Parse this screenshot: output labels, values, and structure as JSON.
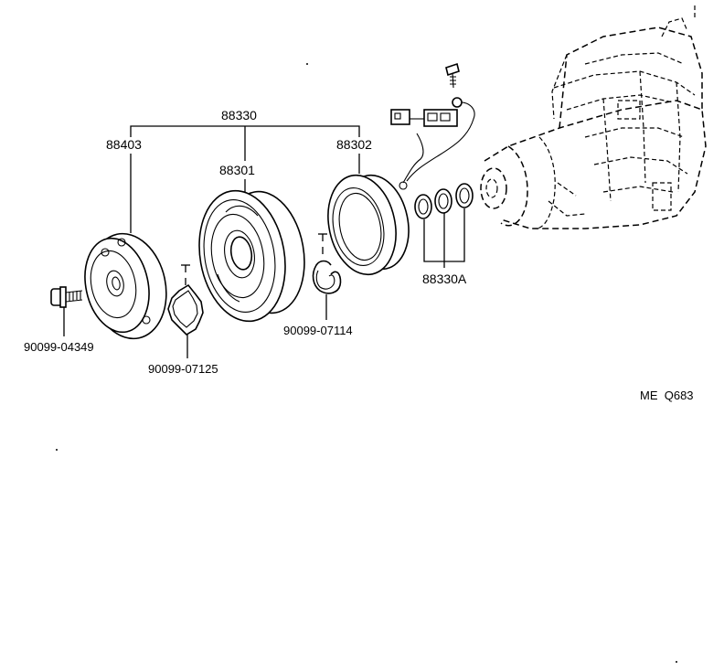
{
  "labels": {
    "assembly": "88330",
    "pressure_plate": "88403",
    "rotor": "88301",
    "stator": "88302",
    "shims": "88330A",
    "bolt": "90099-04349",
    "snap_ring_plate": "90099-07125",
    "snap_ring_stator": "90099-07114",
    "diagram_code": "ME  Q683"
  }
}
